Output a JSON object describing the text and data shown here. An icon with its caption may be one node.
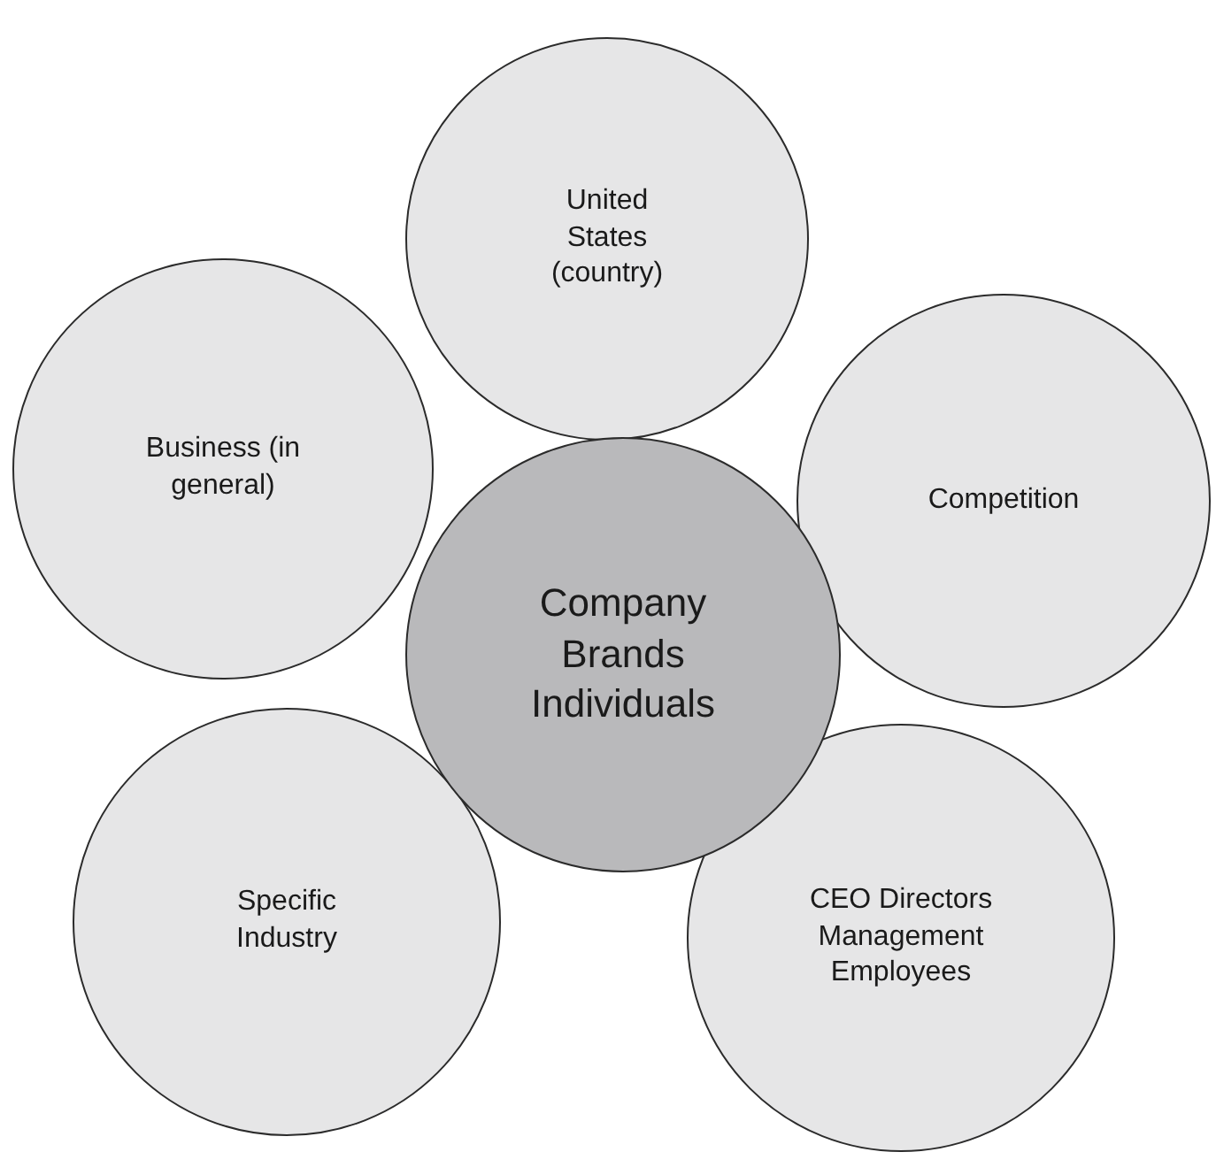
{
  "diagram": {
    "nodes": [
      {
        "text": [
          "United States (country)"
        ]
      },
      {
        "text": [
          "Business (in general)"
        ]
      },
      {
        "text": [
          "Competition"
        ]
      },
      {
        "text": [
          "Company Brands Individuals"
        ]
      },
      {
        "text": [
          "Specific Industry"
        ]
      },
      {
        "text": [
          "CEO Directors Management Employees"
        ]
      }
    ]
  }
}
